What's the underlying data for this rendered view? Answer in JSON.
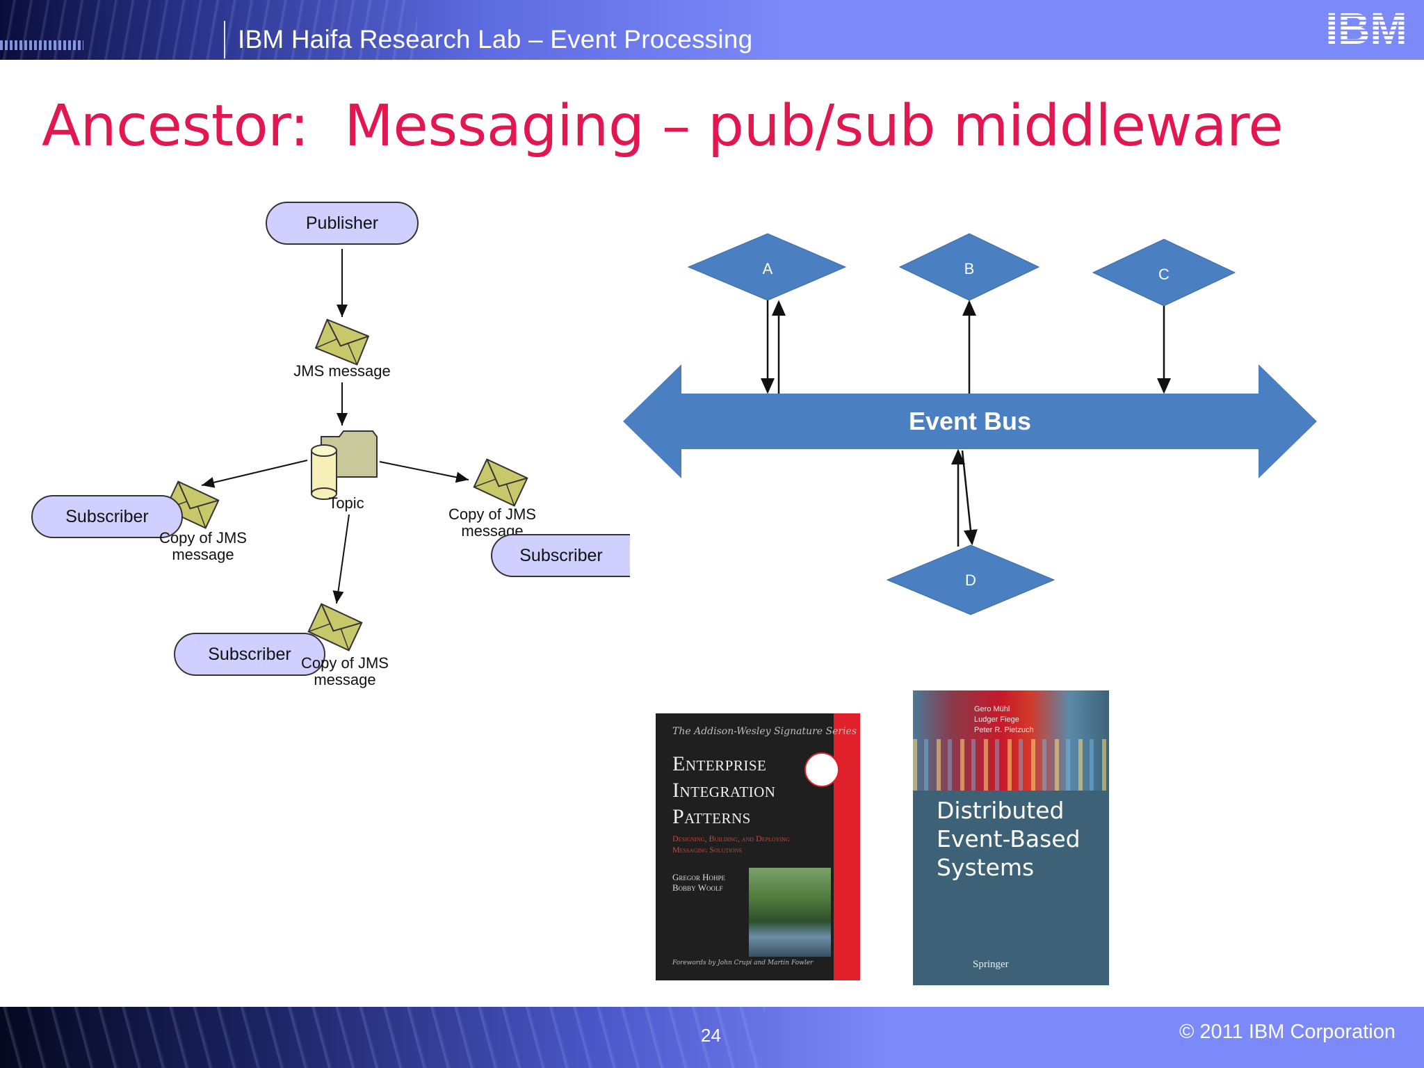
{
  "header": {
    "title": "IBM Haifa Research Lab – Event Processing",
    "logo_text": "IBM"
  },
  "slide": {
    "title": "Ancestor:  Messaging – pub/sub middleware"
  },
  "jms_diagram": {
    "publisher": "Publisher",
    "message": "JMS message",
    "topic": "Topic",
    "copy_label_1": "Copy of JMS",
    "copy_label_2": "message",
    "subscriber_left": "Subscriber",
    "subscriber_right": "Subscriber",
    "subscriber_bottom": "Subscriber"
  },
  "event_bus": {
    "label": "Event Bus",
    "nodes": [
      "A",
      "B",
      "C",
      "D"
    ],
    "color": "#4a7fc1"
  },
  "books": {
    "book1": {
      "series": "The Addison-Wesley Signature Series",
      "title_lines": [
        "Enterprise",
        "Integration",
        "Patterns"
      ],
      "subtitle": "Designing, Building, and Deploying Messaging Solutions",
      "authors": [
        "Gregor Hohpe",
        "Bobby Woolf"
      ],
      "foreword": "Forewords by John Crupi and Martin Fowler"
    },
    "book2": {
      "authors": [
        "Gero Mühl",
        "Ludger Fiege",
        "Peter R. Pietzuch"
      ],
      "title_lines": [
        "Distributed",
        "Event-Based",
        "Systems"
      ],
      "publisher": "Springer"
    }
  },
  "footer": {
    "page_number": "24",
    "copyright": "© 2011 IBM Corporation"
  },
  "colors": {
    "title": "#e3174f",
    "header": "#7c89f8",
    "pill_fill": "#cfd0ff",
    "envelope": "#c8c86a"
  }
}
